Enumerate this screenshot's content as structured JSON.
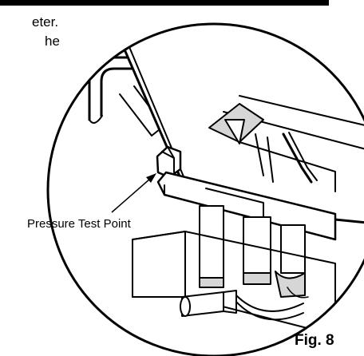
{
  "text_fragments": [
    "eter.",
    "he"
  ],
  "callout": {
    "label": "Pressure Test Point"
  },
  "figure": {
    "label": "Fig. 8"
  },
  "colors": {
    "ink": "#000000",
    "paper": "#ffffff",
    "shade": "#d6d6d6"
  }
}
